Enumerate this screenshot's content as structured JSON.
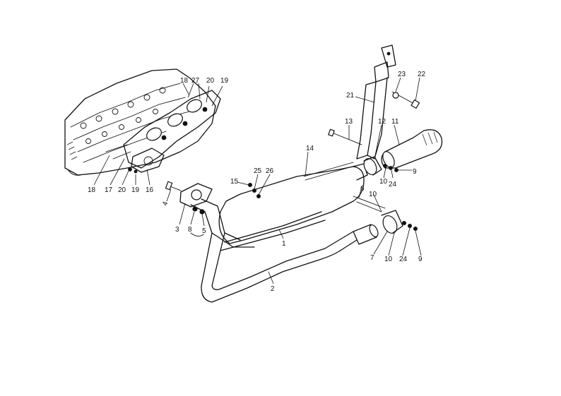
{
  "callouts": [
    "1",
    "2",
    "3",
    "4",
    "5",
    "6",
    "6",
    "7",
    "8",
    "9",
    "9",
    "10",
    "10",
    "10",
    "11",
    "12",
    "13",
    "14",
    "15",
    "16",
    "17",
    "18",
    "18",
    "19",
    "19",
    "20",
    "20",
    "21",
    "22",
    "23",
    "24",
    "24",
    "25",
    "26",
    "27"
  ]
}
